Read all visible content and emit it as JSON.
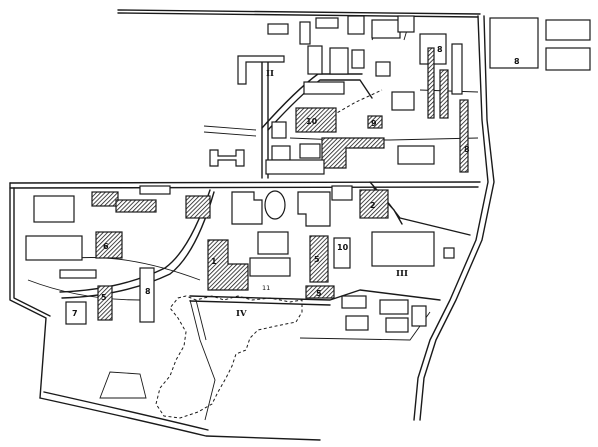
{
  "map": {
    "zone_labels": {
      "II": "II",
      "III": "III",
      "IV": "IV"
    },
    "building_labels": {
      "b1": "1",
      "b2": "2",
      "b5a": "5",
      "b5b": "5",
      "b5c": "5",
      "b6": "6",
      "b7": "7",
      "b8a": "8",
      "b8b": "8",
      "b8c": "8",
      "b8d": "8",
      "b9": "9",
      "b10a": "10",
      "b10b": "10",
      "b11": "11"
    }
  }
}
